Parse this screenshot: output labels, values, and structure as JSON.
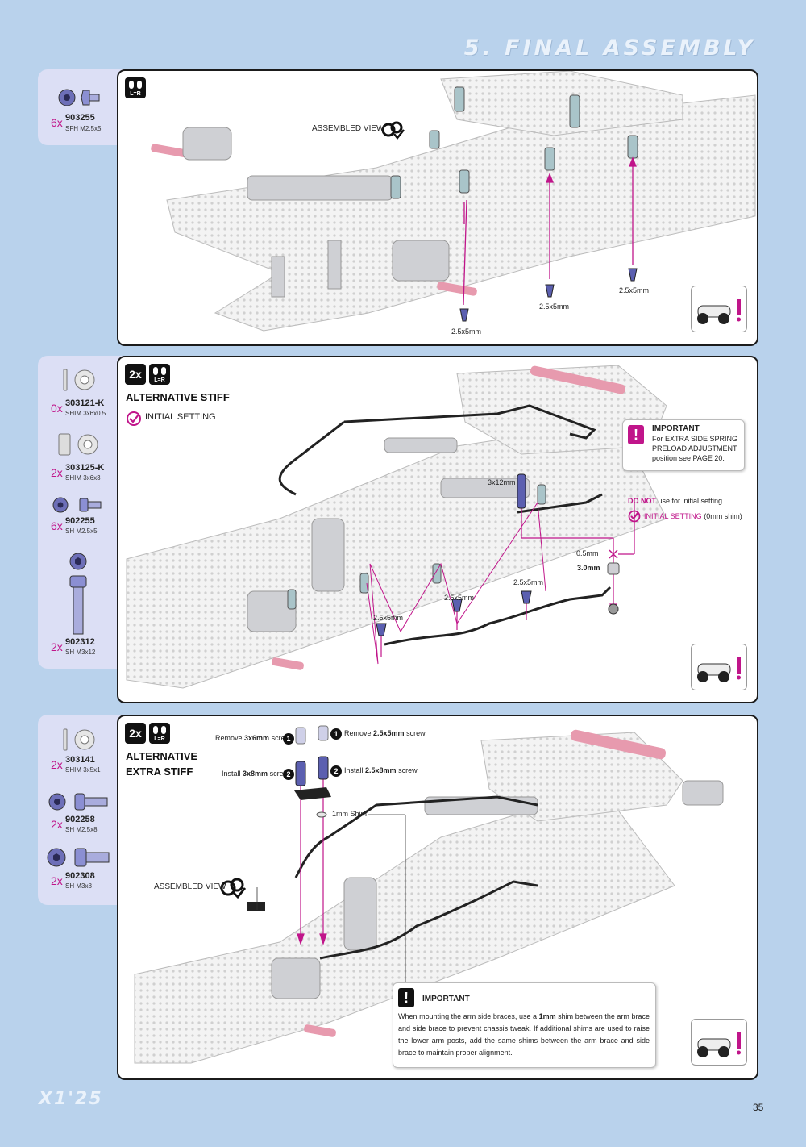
{
  "page": {
    "title": "5. FINAL ASSEMBLY",
    "number": "35",
    "logo": "X1'25"
  },
  "colors": {
    "accent": "#c0158a",
    "background": "#b9d2ec",
    "card": "#dcdff5"
  },
  "icons": {
    "lr": "L=R"
  },
  "step1": {
    "parts": [
      {
        "qty": "6x",
        "number": "903255",
        "desc": "SFH M2.5x5"
      }
    ],
    "assembled_view": "ASSEMBLED VIEW",
    "screw_labels": [
      "2.5x5mm",
      "2.5x5mm",
      "2.5x5mm"
    ]
  },
  "step2": {
    "multiplier": "2x",
    "title": "ALTERNATIVE STIFF",
    "initial_setting": "INITIAL SETTING",
    "parts": [
      {
        "qty": "0x",
        "number": "303121-K",
        "desc": "SHIM 3x6x0.5"
      },
      {
        "qty": "2x",
        "number": "303125-K",
        "desc": "SHIM 3x6x3"
      },
      {
        "qty": "6x",
        "number": "902255",
        "desc": "SH M2.5x5"
      },
      {
        "qty": "2x",
        "number": "902312",
        "desc": "SH M3x12"
      }
    ],
    "important_title": "IMPORTANT",
    "important_text1": "For EXTRA SIDE SPRING",
    "important_text2": "PRELOAD ADJUSTMENT",
    "important_text3": "position see PAGE 20.",
    "do_not": "DO NOT",
    "do_not_rest": "use for initial setting.",
    "initial_setting2": "INITIAL SETTING",
    "zero_shim": "(0mm shim)",
    "screw_3x12": "3x12mm",
    "shim_05": "0.5mm",
    "shim_30": "3.0mm",
    "screw_labels": [
      "2.5x5mm",
      "2.5x5mm",
      "2.5x5mm"
    ]
  },
  "step3": {
    "multiplier": "2x",
    "title_line1": "ALTERNATIVE",
    "title_line2": "EXTRA STIFF",
    "parts": [
      {
        "qty": "2x",
        "number": "303141",
        "desc": "SHIM 3x5x1"
      },
      {
        "qty": "2x",
        "number": "902258",
        "desc": "SH M2.5x8"
      },
      {
        "qty": "2x",
        "number": "902308",
        "desc": "SH M3x8"
      }
    ],
    "remove_left": "Remove",
    "remove_left_b": "3x6mm",
    "remove_left_end": "screw",
    "install_left": "Install",
    "install_left_b": "3x8mm",
    "install_left_end": "screw",
    "remove_right": "Remove",
    "remove_right_b": "2.5x5mm",
    "remove_right_end": "screw",
    "install_right": "Install",
    "install_right_b": "2.5x8mm",
    "install_right_end": "screw",
    "step_num1": "1",
    "step_num2": "2",
    "shim": "1mm Shim",
    "assembled_view": "ASSEMBLED VIEW",
    "important_title": "IMPORTANT",
    "important_body_1": "When mounting the arm side braces, use a",
    "important_body_b": "1mm",
    "important_body_2": "shim between the arm brace and side brace to prevent chassis tweak. If additional shims are used to raise the lower arm posts, add the same shims between the arm brace and side brace to maintain proper alignment."
  }
}
